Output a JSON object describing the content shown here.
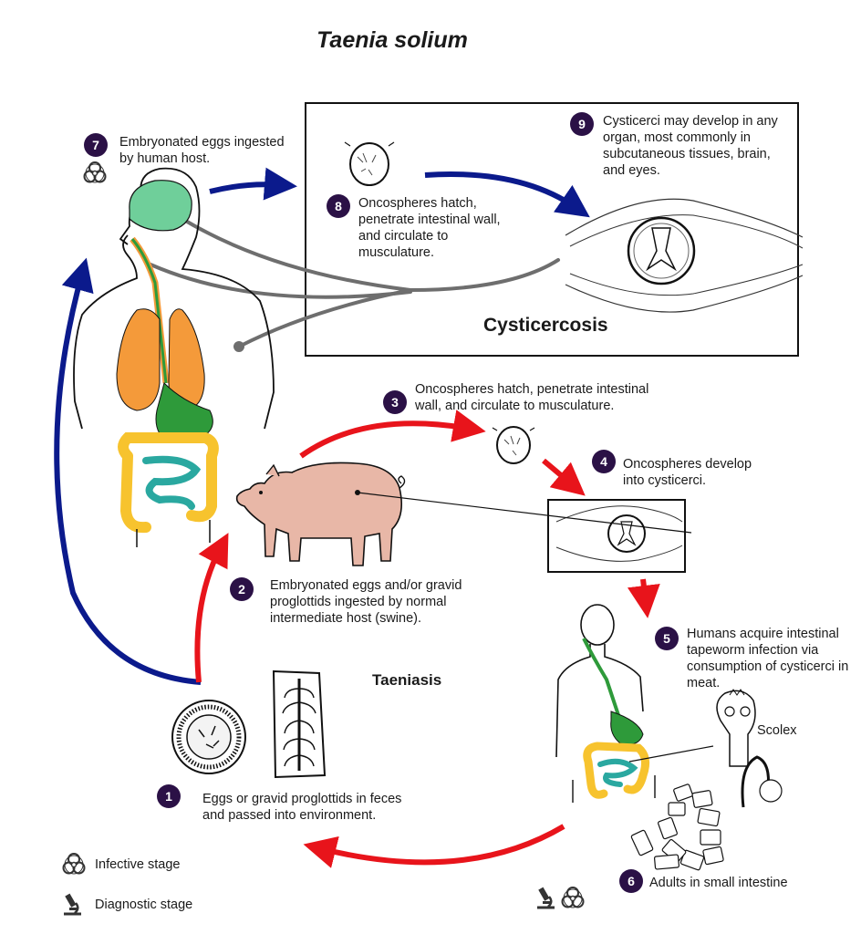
{
  "title": "Taenia solium",
  "sections": {
    "cysticercosis": "Cysticercosis",
    "taeniasis": "Taeniasis"
  },
  "steps": [
    {
      "num": "1",
      "text": "Eggs or gravid proglottids in feces and passed into environment."
    },
    {
      "num": "2",
      "text": "Embryonated eggs and/or gravid proglottids ingested by normal intermediate host (swine)."
    },
    {
      "num": "3",
      "text": "Oncospheres hatch, penetrate intestinal wall, and circulate to musculature."
    },
    {
      "num": "4",
      "text": "Oncospheres develop into cysticerci."
    },
    {
      "num": "5",
      "text": "Humans acquire intestinal tapeworm infection via consumption of cysticerci in meat."
    },
    {
      "num": "6",
      "text": "Adults in small intestine"
    },
    {
      "num": "7",
      "text": "Embryonated eggs ingested by human host."
    },
    {
      "num": "8",
      "text": "Oncospheres hatch, penetrate intestinal wall, and circulate to musculature."
    },
    {
      "num": "9",
      "text": "Cysticerci may develop in any organ, most commonly in subcutaneous tissues, brain, and eyes."
    }
  ],
  "labels": {
    "scolex": "Scolex"
  },
  "legend": {
    "infective": "Infective stage",
    "diagnostic": "Diagnostic stage"
  },
  "icons": {
    "infective": "biohazard-icon",
    "diagnostic": "microscope-icon"
  },
  "colors": {
    "badge": "#2b1146",
    "red_arrow": "#e8141b",
    "blue_arrow": "#0b1a8c",
    "brain": "#6fcf9a",
    "lungs": "#f49a3a",
    "esophagus": "#f49a3a",
    "stomach": "#2e9a3a",
    "small_intestine": "#2aa8a0",
    "large_intestine": "#f7c32e",
    "pig": "#e8b7a7",
    "connector": "#6e6e6e"
  }
}
